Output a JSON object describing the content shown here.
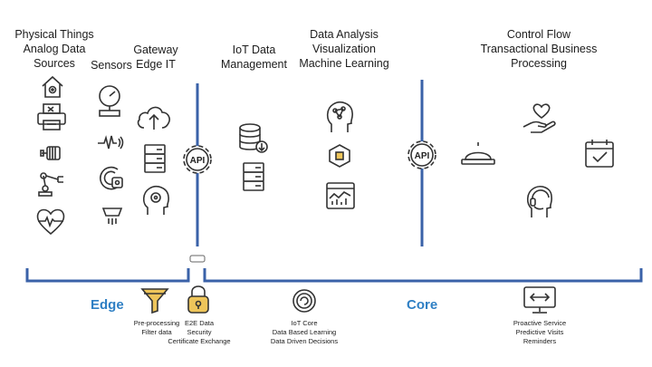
{
  "headers": {
    "physical": [
      "Physical Things",
      "Analog Data",
      "Sources"
    ],
    "sensors": [
      "Sensors"
    ],
    "gateway": [
      "Gateway",
      "Edge IT"
    ],
    "iot_data": [
      "IoT Data",
      "Management"
    ],
    "analysis": [
      "Data Analysis",
      "Visualization",
      "Machine Learning"
    ],
    "control": [
      "Control Flow",
      "Transactional Business",
      "Processing"
    ]
  },
  "api_badges": [
    "API",
    "API"
  ],
  "zones": {
    "edge": "Edge",
    "core": "Core"
  },
  "captions": {
    "preprocessing": [
      "Pre-processing",
      "Filter data"
    ],
    "security": [
      "E2E Data",
      "Security",
      "Certificate Exchange"
    ],
    "iot_core": [
      "IoT Core",
      "Data Based Learning",
      "Data Driven Decisions"
    ],
    "proactive": [
      "Proactive Service",
      "Predictive Visits",
      "Reminders"
    ]
  },
  "colors": {
    "accent_blue": "#2e7fc4",
    "line_blue": "#3a62a8",
    "icon_stroke": "#333333"
  },
  "icons": [
    "house-gear-icon",
    "printer-icon",
    "motor-icon",
    "robot-arm-icon",
    "heart-rate-icon",
    "gauge-pipe-icon",
    "pulse-wave-icon",
    "target-sensor-icon",
    "smoke-detector-icon",
    "cloud-upload-icon",
    "server-icon",
    "brain-gear-icon",
    "api-gear-icon",
    "database-icon",
    "server-rack-icon",
    "head-brain-icon",
    "chip-hexagon-icon",
    "chart-window-icon",
    "service-bell-icon",
    "heart-hand-icon",
    "calendar-check-icon",
    "support-headset-icon",
    "funnel-icon",
    "padlock-icon",
    "iot-core-icon",
    "monitor-arrows-icon"
  ]
}
